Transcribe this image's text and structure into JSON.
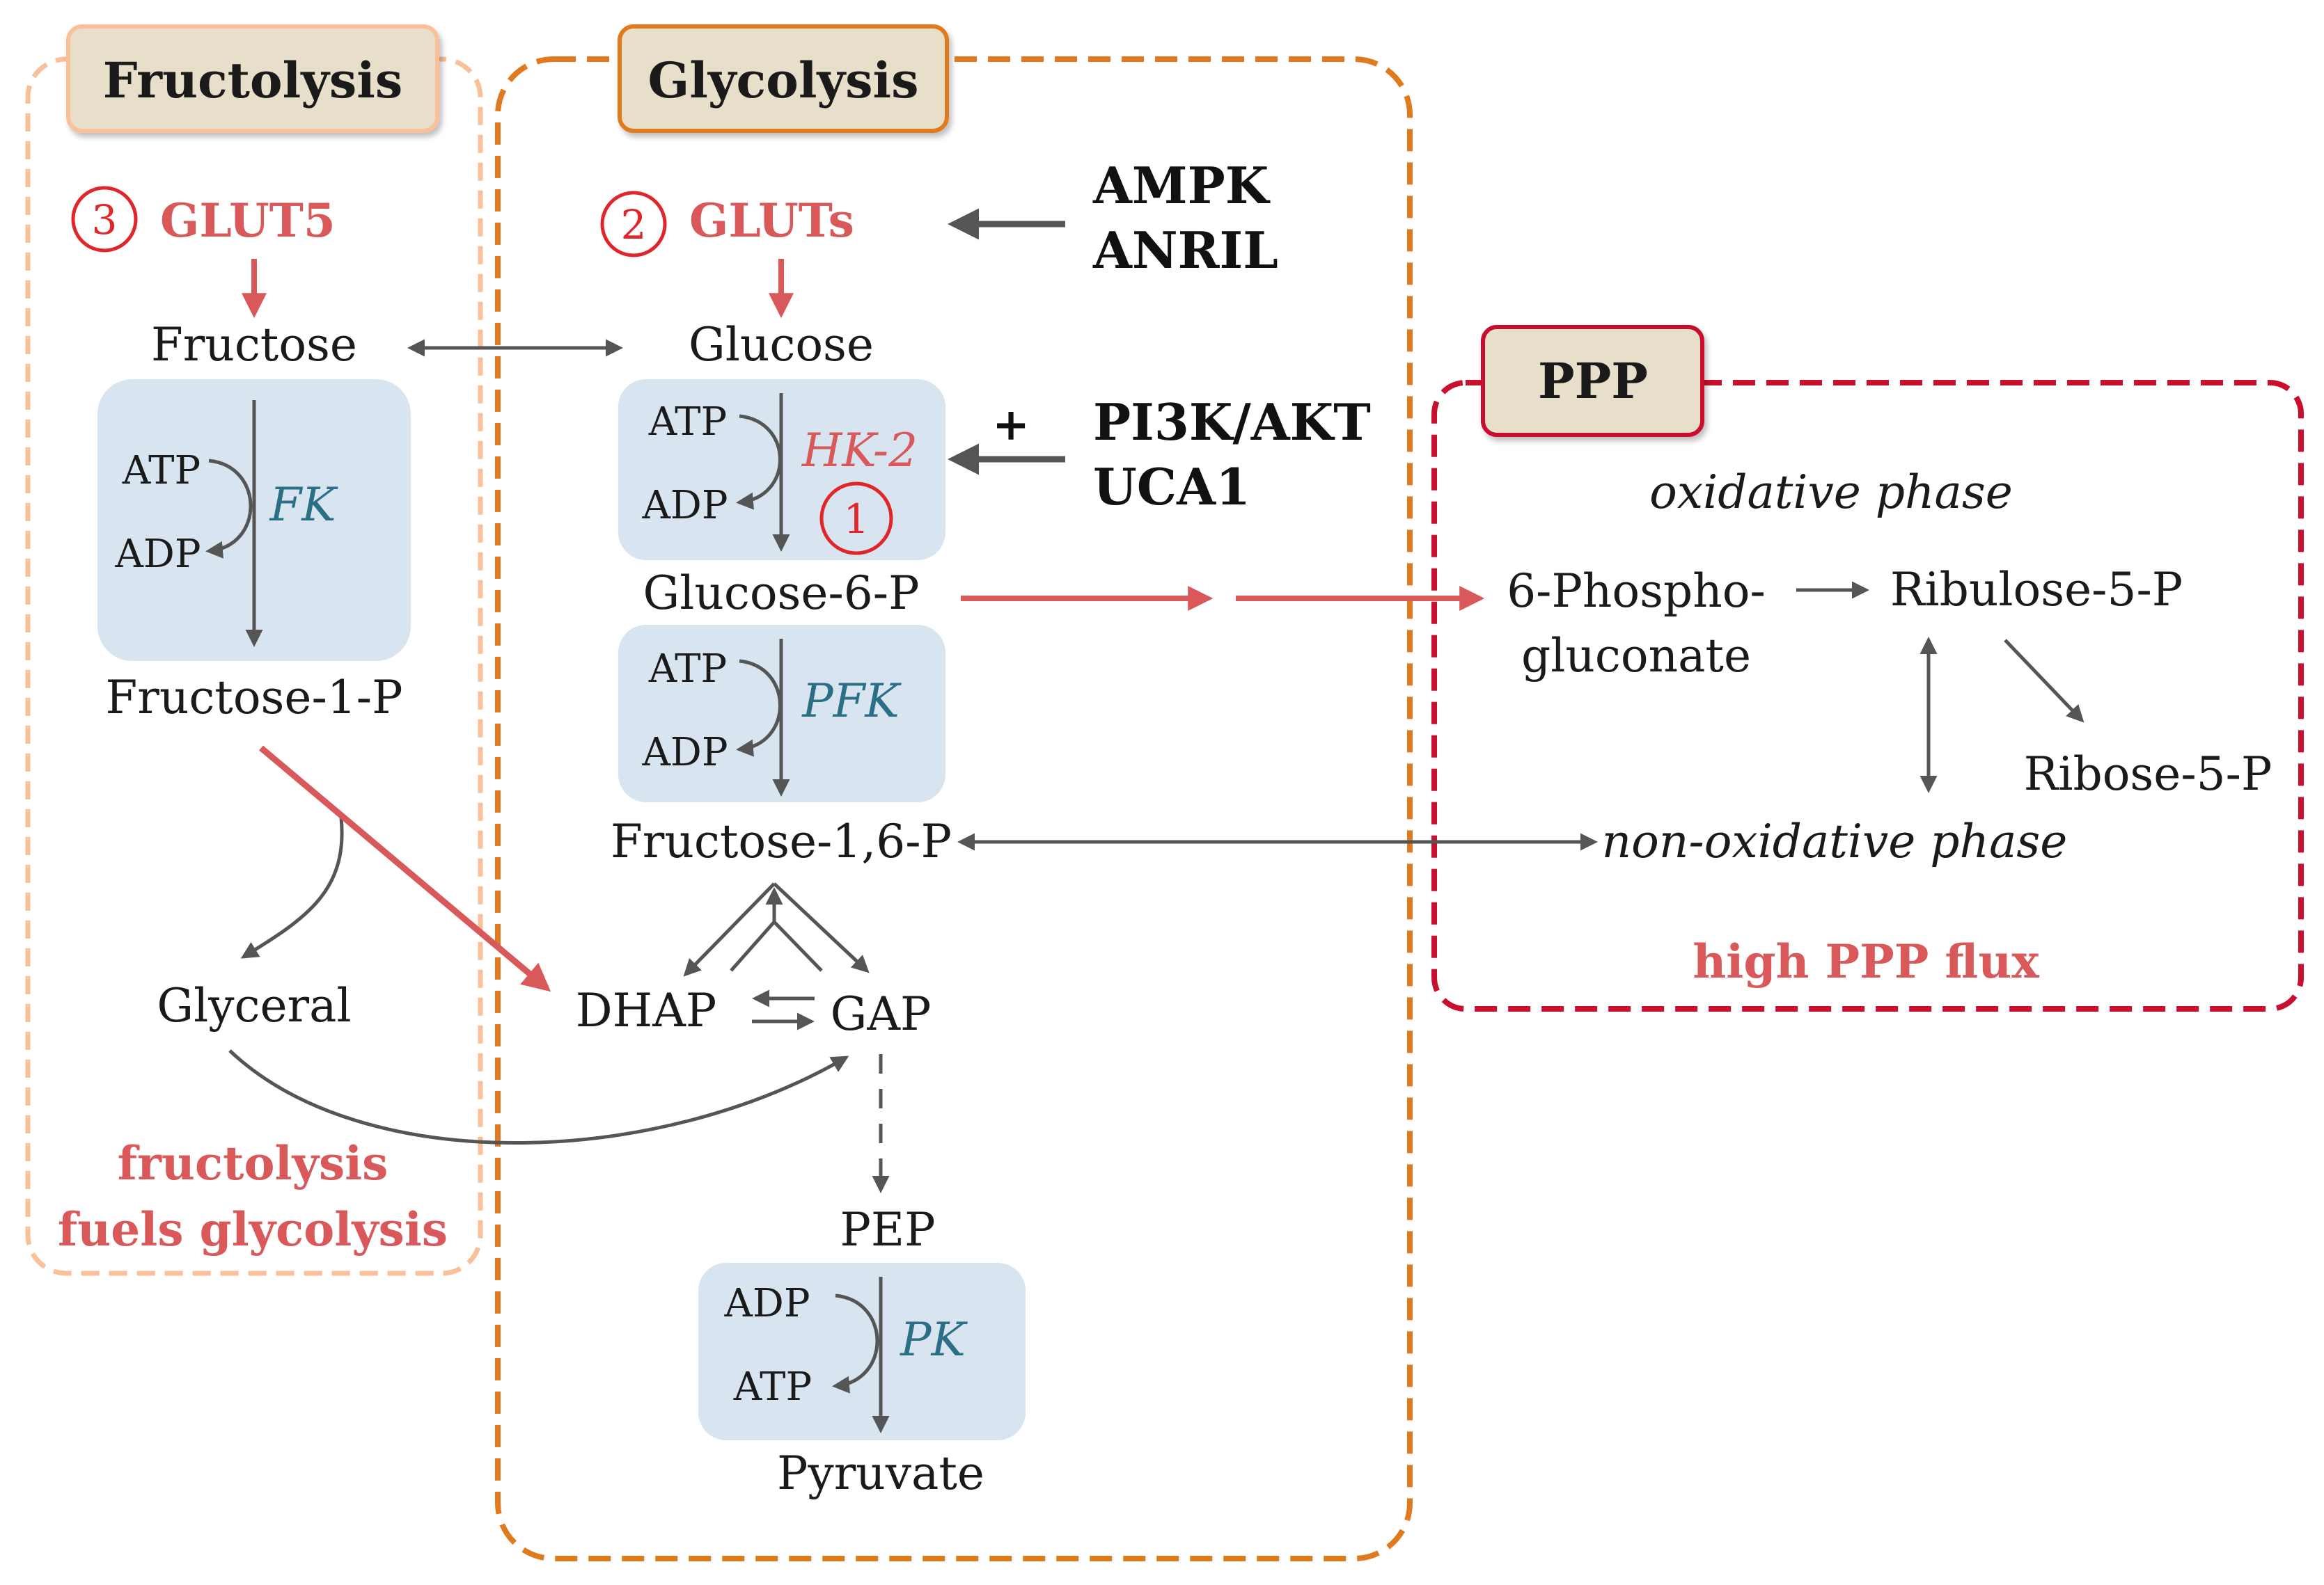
{
  "panels": {
    "fructolysis": {
      "title": "Fructolysis",
      "footer_line1": "fructolysis",
      "footer_line2": "fuels glycolysis"
    },
    "glycolysis": {
      "title": "Glycolysis"
    },
    "ppp": {
      "title": "PPP",
      "footer": "high PPP flux"
    }
  },
  "markers": {
    "one": "1",
    "two": "2",
    "three": "3"
  },
  "transporters": {
    "glut5": "GLUT5",
    "gluts": "GLUTs"
  },
  "metabolites": {
    "fructose": "Fructose",
    "glucose": "Glucose",
    "fructose_1_p": "Fructose-1-P",
    "glucose_6_p": "Glucose-6-P",
    "fructose_16_p": "Fructose-1,6-P",
    "glyceral": "Glyceral",
    "dhap": "DHAP",
    "gap": "GAP",
    "pep": "PEP",
    "pyruvate": "Pyruvate",
    "phosphogluconate_line1": "6-Phospho-",
    "phosphogluconate_line2": "gluconate",
    "ribulose_5_p": "Ribulose-5-P",
    "ribose_5_p": "Ribose-5-P"
  },
  "enzymes": {
    "fk": "FK",
    "hk2": "HK-2",
    "pfk": "PFK",
    "pk": "PK"
  },
  "cofactors": {
    "atp": "ATP",
    "adp": "ADP"
  },
  "phases": {
    "oxidative": "oxidative phase",
    "non_oxidative": "non-oxidative phase"
  },
  "regulators": {
    "ampk": "AMPK",
    "anril": "ANRIL",
    "pi3k_akt": "PI3K/AKT",
    "uca1": "UCA1",
    "plus": "+"
  },
  "colors": {
    "fructolysis_border": "#f9c09a",
    "glycolysis_border": "#e07a1e",
    "ppp_border": "#c8102e",
    "title_box_fill": "#e8dfcb",
    "enzyme_box_fill": "#d8e4f0",
    "red_arrow": "#d9585a",
    "grey_arrow": "#555555",
    "enzyme_text": "#2a6f86"
  }
}
